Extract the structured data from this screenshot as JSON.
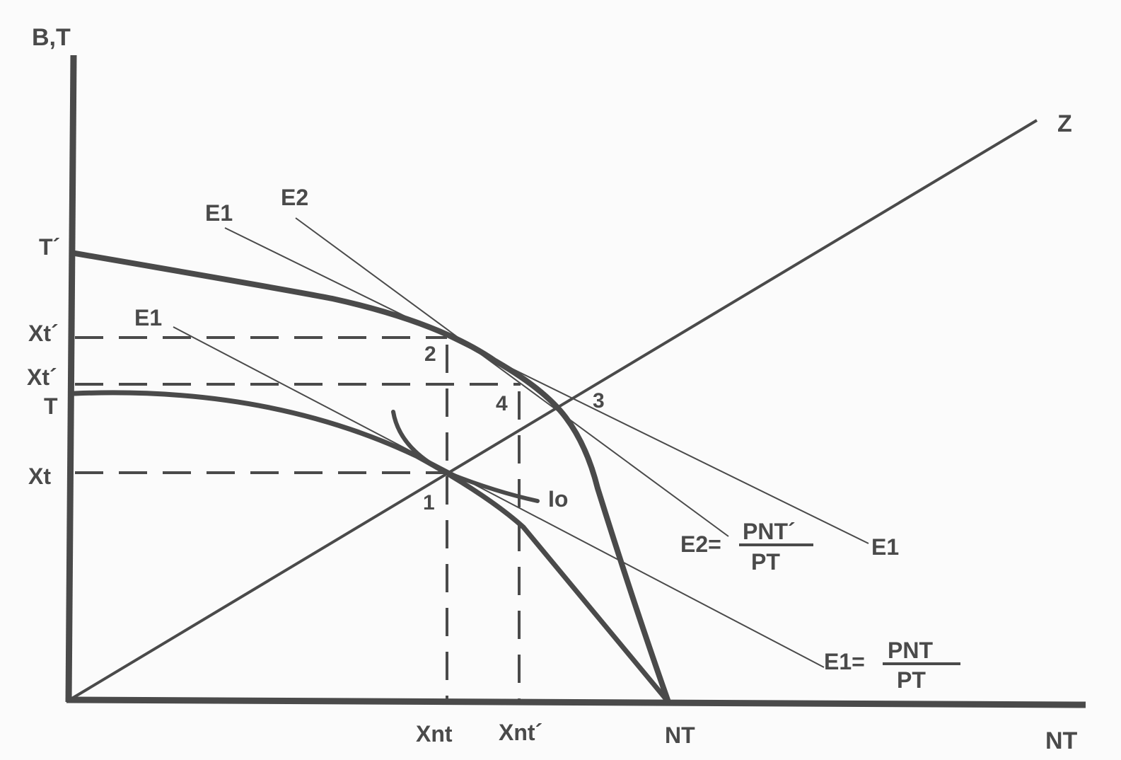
{
  "axes": {
    "y_label": "B,T",
    "x_label": "NT"
  },
  "y_ticks": {
    "t_prime": "T´",
    "xt_prime_upper": "Xt´",
    "xt_prime_lower": "Xt´",
    "t": "T",
    "xt": "Xt"
  },
  "x_ticks": {
    "xnt": "Xnt",
    "xnt_prime": "Xnt´",
    "nt": "NT"
  },
  "lines": {
    "z": "Z",
    "e1_upper": "E1",
    "e2_upper": "E2",
    "e1_lower": "E1",
    "e1_right": "E1",
    "indifference": "Io"
  },
  "points": {
    "p1": "1",
    "p2": "2",
    "p3": "3",
    "p4": "4"
  },
  "equations": {
    "e2": {
      "lhs": "E2=",
      "numerator": "PNT´",
      "denominator": "PT"
    },
    "e1": {
      "lhs": "E1=",
      "numerator": "PNT",
      "denominator": "PT"
    }
  },
  "colors": {
    "ink": "#4a4a4a",
    "background": "#fbfbfb"
  }
}
